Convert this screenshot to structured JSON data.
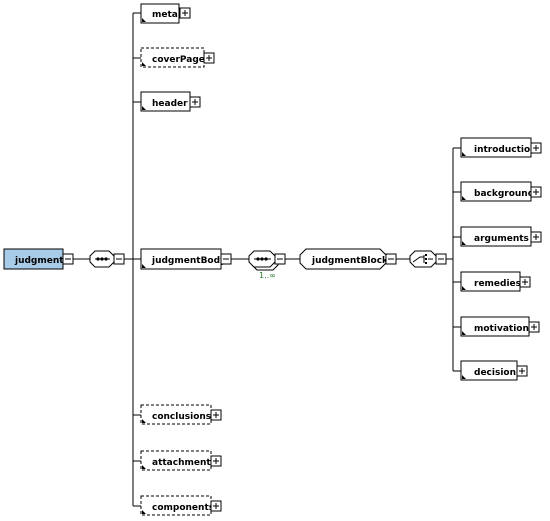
{
  "root": {
    "label": "judgment"
  },
  "children": [
    {
      "label": "meta",
      "optional": false
    },
    {
      "label": "coverPage",
      "optional": true
    },
    {
      "label": "header",
      "optional": false
    },
    {
      "label": "judgmentBody",
      "optional": false
    },
    {
      "label": "conclusions",
      "optional": true
    },
    {
      "label": "attachments",
      "optional": true
    },
    {
      "label": "components",
      "optional": true
    }
  ],
  "block": {
    "label": "judgmentBlock",
    "cardinality": "1..∞"
  },
  "choice_children": [
    {
      "label": "introduction"
    },
    {
      "label": "background"
    },
    {
      "label": "arguments"
    },
    {
      "label": "remedies"
    },
    {
      "label": "motivation"
    },
    {
      "label": "decision"
    }
  ],
  "colors": {
    "root_fill": "#a8cce8",
    "line": "#000000",
    "cardinality": "#2a7a2a"
  }
}
